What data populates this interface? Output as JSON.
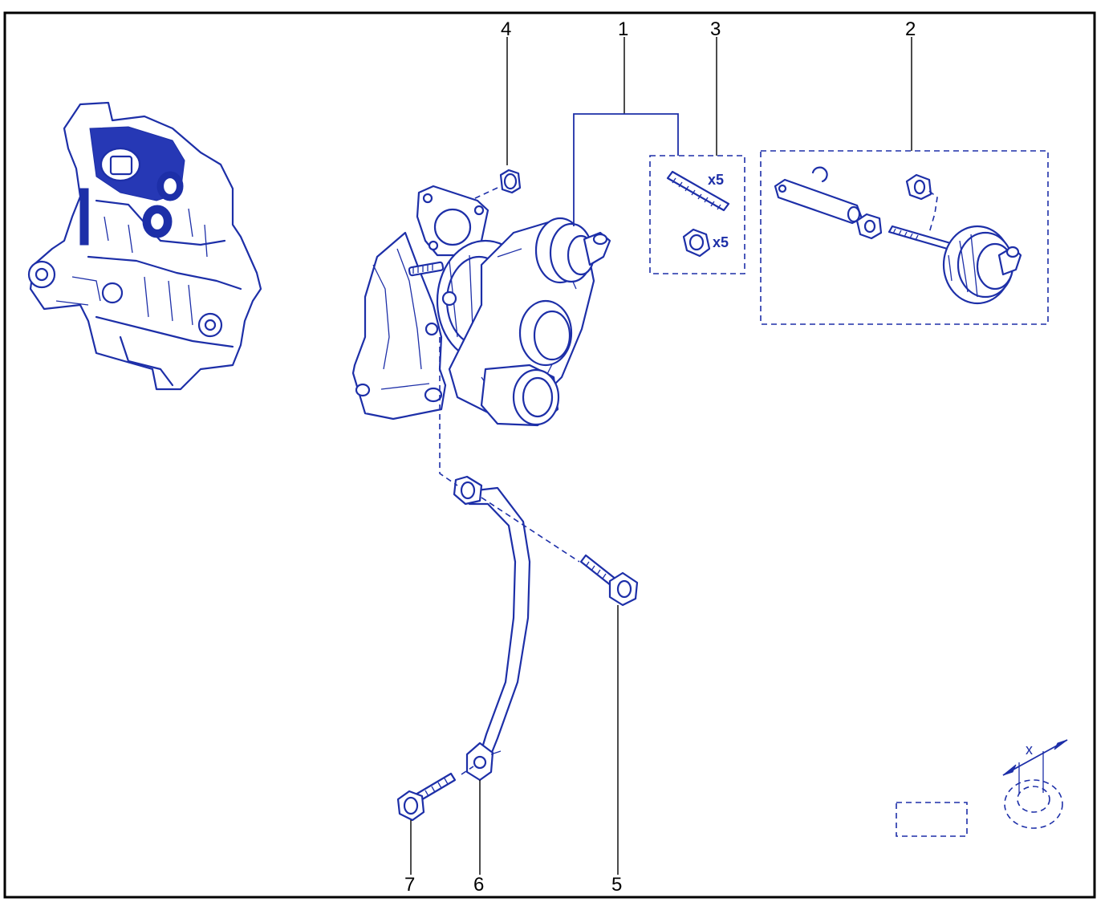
{
  "callouts": [
    "1",
    "2",
    "3",
    "4",
    "5",
    "6",
    "7"
  ],
  "quantities": {
    "studs": "x5",
    "nuts": "x5"
  },
  "legend": {
    "dimension_label": "x"
  },
  "icons": {
    "engine": "engine-block-icon",
    "turbo": "turbocharger-icon",
    "stud": "stud-icon",
    "nut": "nut-icon",
    "bolt": "bolt-icon",
    "pipe": "oil-pipe-icon",
    "actuator": "wastegate-actuator-icon"
  },
  "colors": {
    "ink": "#1d2fa8",
    "frame": "#000000",
    "background": "#ffffff"
  }
}
